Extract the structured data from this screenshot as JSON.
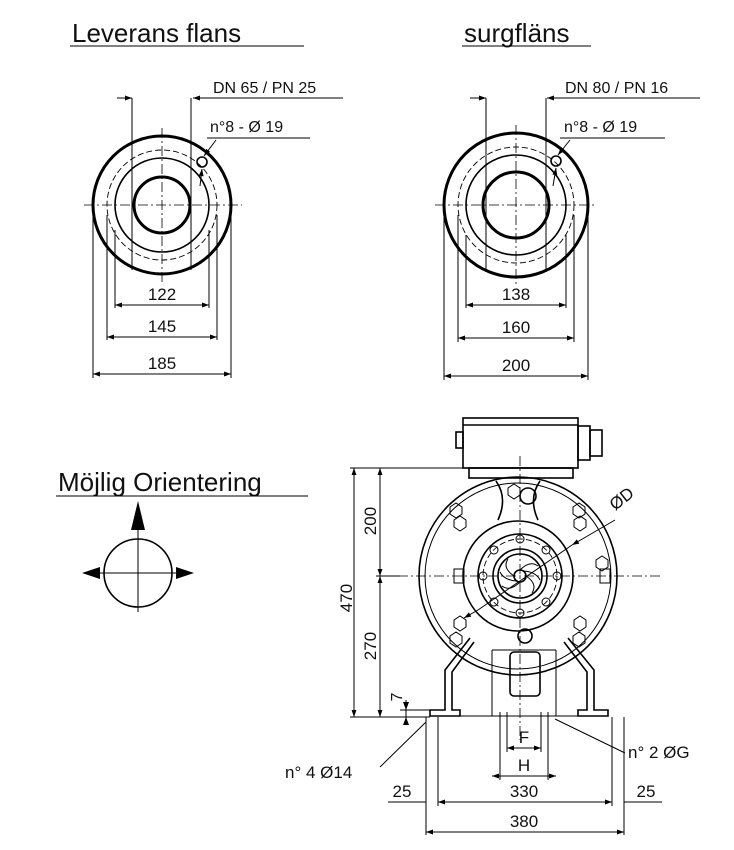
{
  "discharge": {
    "title": "Leverans flans",
    "flange_spec": "DN 65 / PN 25",
    "holes": "n°8 - Ø 19",
    "dims": [
      "122",
      "145",
      "185"
    ]
  },
  "suction": {
    "title": "surgfläns",
    "flange_spec": "DN 80 / PN 16",
    "holes": "n°8 - Ø 19",
    "dims": [
      "138",
      "160",
      "200"
    ]
  },
  "orientation": {
    "title": "Möjlig Orientering"
  },
  "pump": {
    "diameter_label": "ØD",
    "height_total": "470",
    "height_upper": "200",
    "height_lower": "270",
    "foot_thickness": "7",
    "foot_holes": "n° 4 Ø14",
    "base_holes": "n° 2 ØG",
    "label_f": "F",
    "label_h": "H",
    "edge_left": "25",
    "edge_right": "25",
    "width_inner": "330",
    "width_outer": "380"
  },
  "colors": {
    "line": "#000000",
    "background": "#ffffff"
  }
}
